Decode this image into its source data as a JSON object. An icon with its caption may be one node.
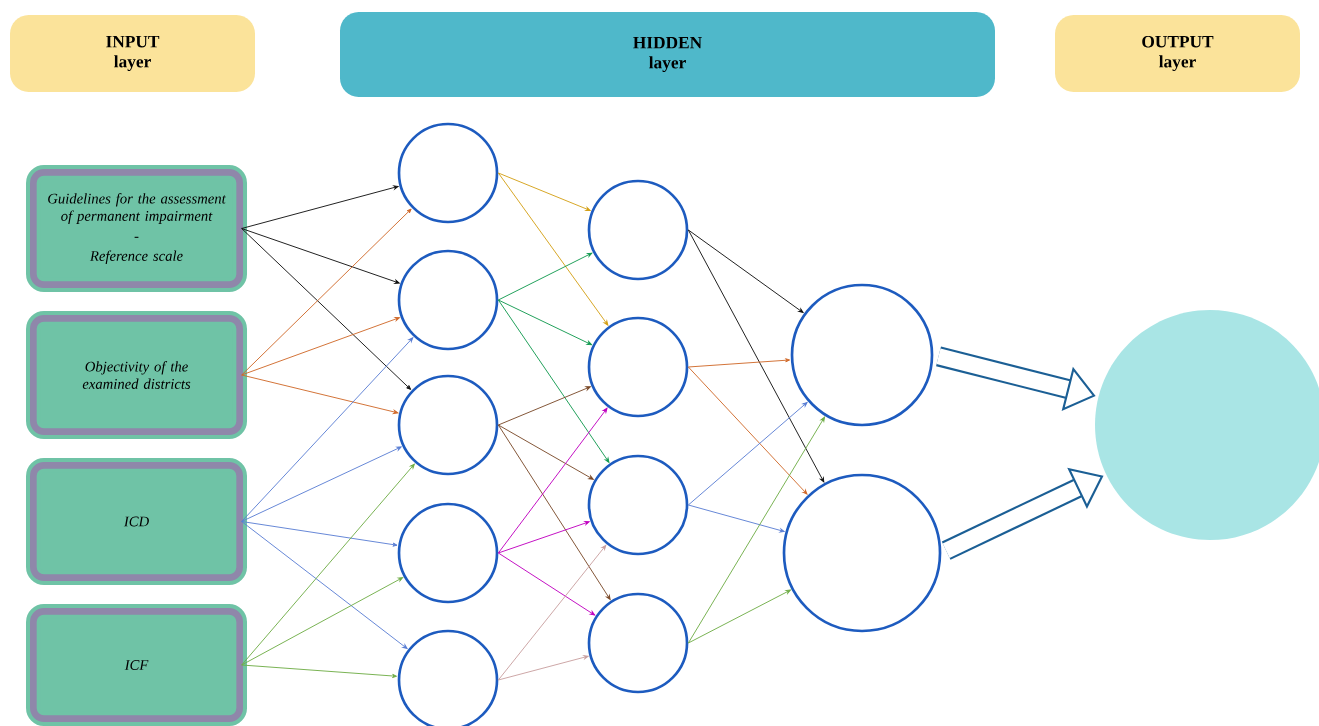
{
  "diagram": {
    "nodes": [
      {
        "text": [
          "INPUT layer"
        ]
      },
      {
        "text": [
          "HIDDEN layer"
        ]
      },
      {
        "text": [
          "OUTPUT layer"
        ]
      },
      {
        "text": [
          "Guidelines for the assessment of permanent impairment",
          "-",
          "Reference scale"
        ]
      },
      {
        "text": [
          "Objectivity of the examined districts"
        ]
      },
      {
        "text": [
          "ICD"
        ]
      },
      {
        "text": [
          "ICF"
        ]
      },
      {
        "text": [],
        "shape": "circle"
      },
      {
        "text": [],
        "shape": "circle"
      },
      {
        "text": [],
        "shape": "circle"
      },
      {
        "text": [],
        "shape": "circle"
      },
      {
        "text": [],
        "shape": "circle"
      },
      {
        "text": [],
        "shape": "circle"
      },
      {
        "text": [],
        "shape": "circle"
      },
      {
        "text": [],
        "shape": "circle"
      },
      {
        "text": [],
        "shape": "circle"
      },
      {
        "text": [],
        "shape": "circle"
      },
      {
        "text": [],
        "shape": "circle"
      },
      {
        "text": [],
        "shape": "circle"
      }
    ],
    "edges": [
      {
        "from": 3,
        "to": 7,
        "arrow": "to",
        "color": "#111111"
      },
      {
        "from": 3,
        "to": 8,
        "arrow": "to",
        "color": "#111111"
      },
      {
        "from": 3,
        "to": 9,
        "arrow": "to",
        "color": "#111111"
      },
      {
        "from": 4,
        "to": 7,
        "arrow": "to",
        "color": "#d0692a"
      },
      {
        "from": 4,
        "to": 8,
        "arrow": "to",
        "color": "#d0692a"
      },
      {
        "from": 4,
        "to": 9,
        "arrow": "to",
        "color": "#d0692a"
      },
      {
        "from": 5,
        "to": 8,
        "arrow": "to",
        "color": "#5b7fd4"
      },
      {
        "from": 5,
        "to": 9,
        "arrow": "to",
        "color": "#5b7fd4"
      },
      {
        "from": 5,
        "to": 10,
        "arrow": "to",
        "color": "#5b7fd4"
      },
      {
        "from": 5,
        "to": 11,
        "arrow": "to",
        "color": "#5b7fd4"
      },
      {
        "from": 6,
        "to": 9,
        "arrow": "to",
        "color": "#70ad47"
      },
      {
        "from": 6,
        "to": 10,
        "arrow": "to",
        "color": "#70ad47"
      },
      {
        "from": 6,
        "to": 11,
        "arrow": "to",
        "color": "#70ad47"
      },
      {
        "from": 7,
        "to": 12,
        "arrow": "to",
        "color": "#d4a017"
      },
      {
        "from": 7,
        "to": 13,
        "arrow": "to",
        "color": "#d4a017"
      },
      {
        "from": 8,
        "to": 12,
        "arrow": "to",
        "color": "#129a50"
      },
      {
        "from": 8,
        "to": 13,
        "arrow": "to",
        "color": "#129a50"
      },
      {
        "from": 8,
        "to": 14,
        "arrow": "to",
        "color": "#129a50"
      },
      {
        "from": 9,
        "to": 13,
        "arrow": "to",
        "color": "#7b4a2a"
      },
      {
        "from": 9,
        "to": 14,
        "arrow": "to",
        "color": "#7b4a2a"
      },
      {
        "from": 9,
        "to": 15,
        "arrow": "to",
        "color": "#7b4a2a"
      },
      {
        "from": 10,
        "to": 13,
        "arrow": "to",
        "color": "#c000c0"
      },
      {
        "from": 10,
        "to": 14,
        "arrow": "to",
        "color": "#c000c0"
      },
      {
        "from": 10,
        "to": 15,
        "arrow": "to",
        "color": "#c000c0"
      },
      {
        "from": 11,
        "to": 14,
        "arrow": "to",
        "color": "#c9a0a0"
      },
      {
        "from": 11,
        "to": 15,
        "arrow": "to",
        "color": "#c9a0a0"
      },
      {
        "from": 12,
        "to": 16,
        "arrow": "to",
        "color": "#111111"
      },
      {
        "from": 12,
        "to": 17,
        "arrow": "to",
        "color": "#111111"
      },
      {
        "from": 13,
        "to": 16,
        "arrow": "to",
        "color": "#d0692a"
      },
      {
        "from": 13,
        "to": 17,
        "arrow": "to",
        "color": "#d0692a"
      },
      {
        "from": 14,
        "to": 16,
        "arrow": "to",
        "color": "#5b7fd4"
      },
      {
        "from": 14,
        "to": 17,
        "arrow": "to",
        "color": "#5b7fd4"
      },
      {
        "from": 15,
        "to": 16,
        "arrow": "to",
        "color": "#70ad47"
      },
      {
        "from": 15,
        "to": 17,
        "arrow": "to",
        "color": "#70ad47"
      },
      {
        "from": 16,
        "to": 18,
        "arrow": "to",
        "style": "thick",
        "color": "#1b5f95"
      },
      {
        "from": 17,
        "to": 18,
        "arrow": "to",
        "style": "thick",
        "color": "#1b5f95"
      }
    ]
  }
}
